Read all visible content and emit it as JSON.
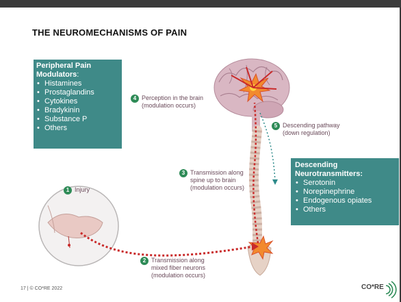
{
  "slide": {
    "title": "THE NEUROMECHANISMS OF PAIN",
    "peripheral_box": {
      "heading": "Peripheral Pain Modulators",
      "heading_suffix": ":",
      "items": [
        "Histamines",
        "Prostaglandins",
        "Cytokines",
        "Bradykinin",
        "Substance P",
        "Others"
      ]
    },
    "descending_box": {
      "heading": "Descending Neurotransmitters:",
      "items": [
        "Serotonin",
        "Norepinephrine",
        "Endogenous opiates",
        "Others"
      ]
    },
    "steps": [
      {
        "num": "1",
        "text": "Injury"
      },
      {
        "num": "2",
        "text": "Transmission along mixed fiber neurons (modulation occurs)"
      },
      {
        "num": "3",
        "text": "Transmission along spine up to brain (modulation occurs)"
      },
      {
        "num": "4",
        "text": "Perception in the brain (modulation occurs)"
      },
      {
        "num": "5",
        "text": "Descending pathway (down regulation)"
      }
    ],
    "footer": {
      "page": "17",
      "separator": "|",
      "copyright": "© CO*RE 2022"
    },
    "logo_text": "CO*RE"
  }
}
